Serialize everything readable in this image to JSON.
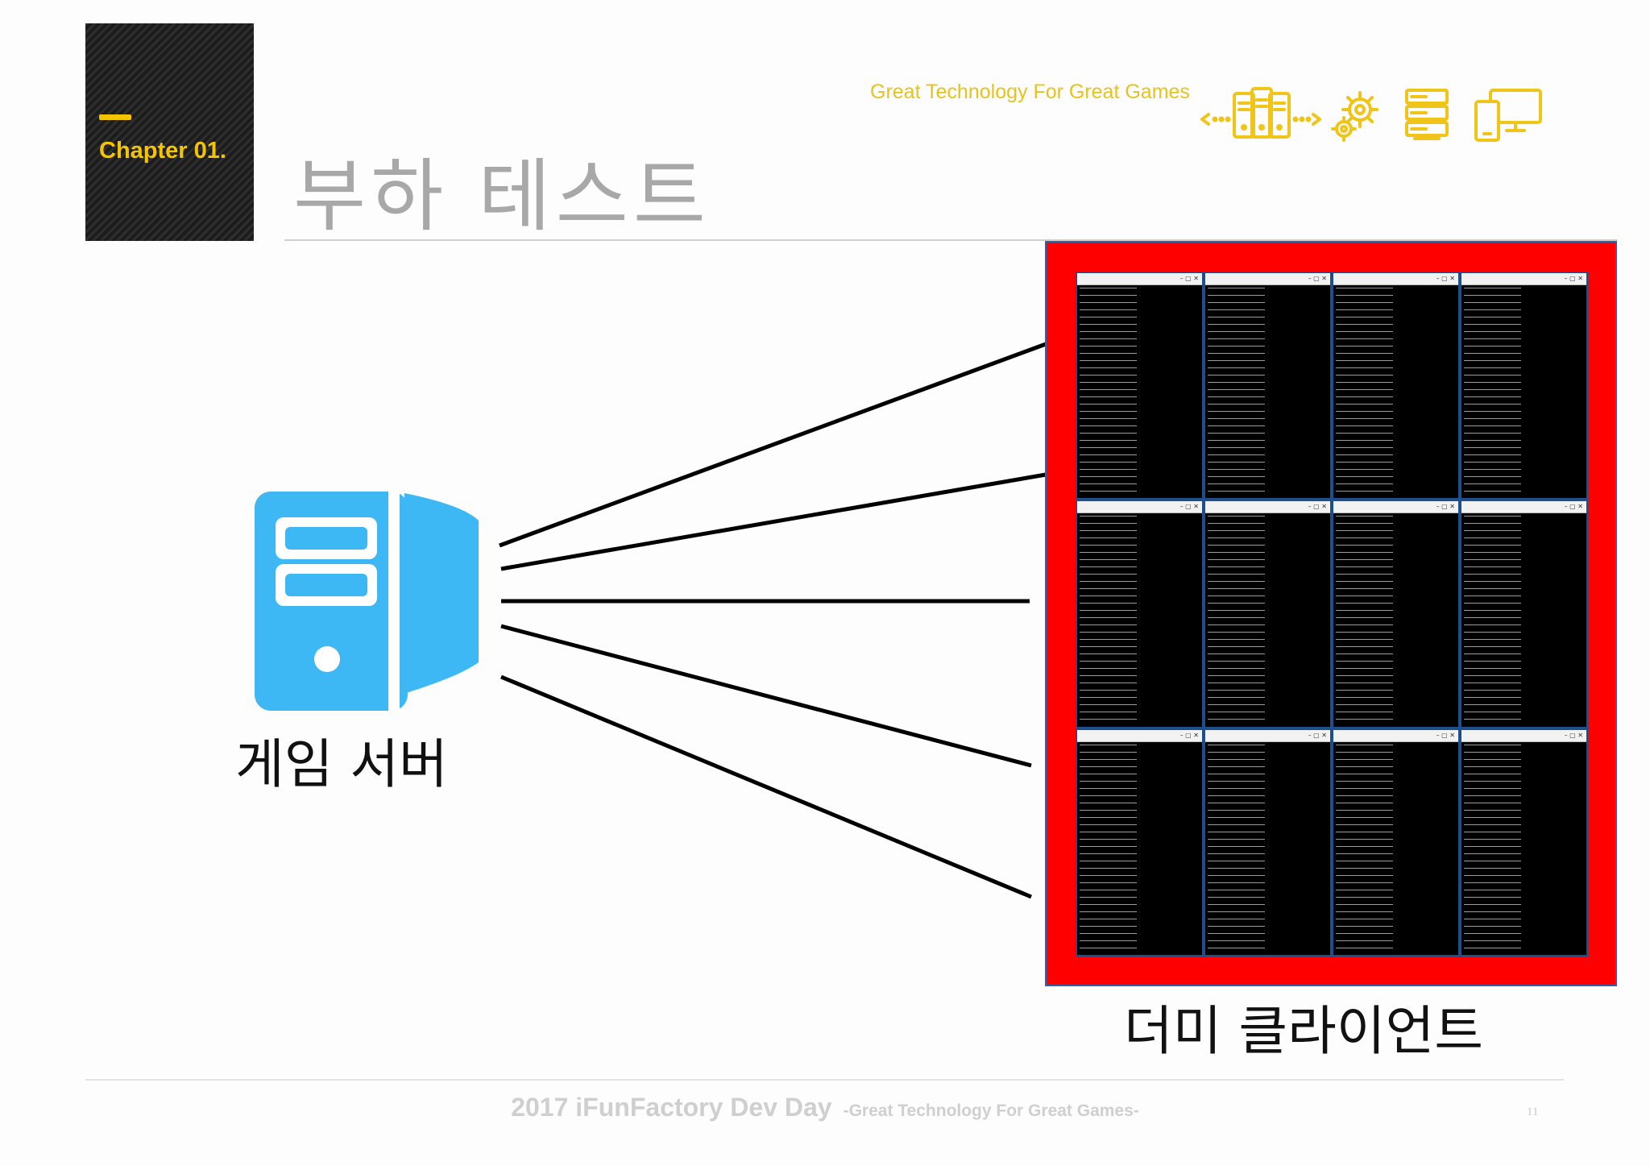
{
  "chapter": {
    "label": "Chapter 01."
  },
  "title": "부하 테스트",
  "header": {
    "tagline": "Great Technology For Great Games",
    "icons": [
      "server-sync-icon",
      "gears-icon",
      "server-rack-icon",
      "devices-icon"
    ]
  },
  "diagram": {
    "server_label": "게임 서버",
    "client_label": "더미 클라이언트",
    "console_window_count": 12
  },
  "footer": {
    "main": "2017 iFunFactory Dev Day",
    "sub": "-Great Technology For Great Games-",
    "page": "11"
  },
  "colors": {
    "accent_yellow": "#f5c400",
    "server_blue": "#3db8f5",
    "frame_red": "#ff0000",
    "title_gray": "#a8a8a8"
  }
}
